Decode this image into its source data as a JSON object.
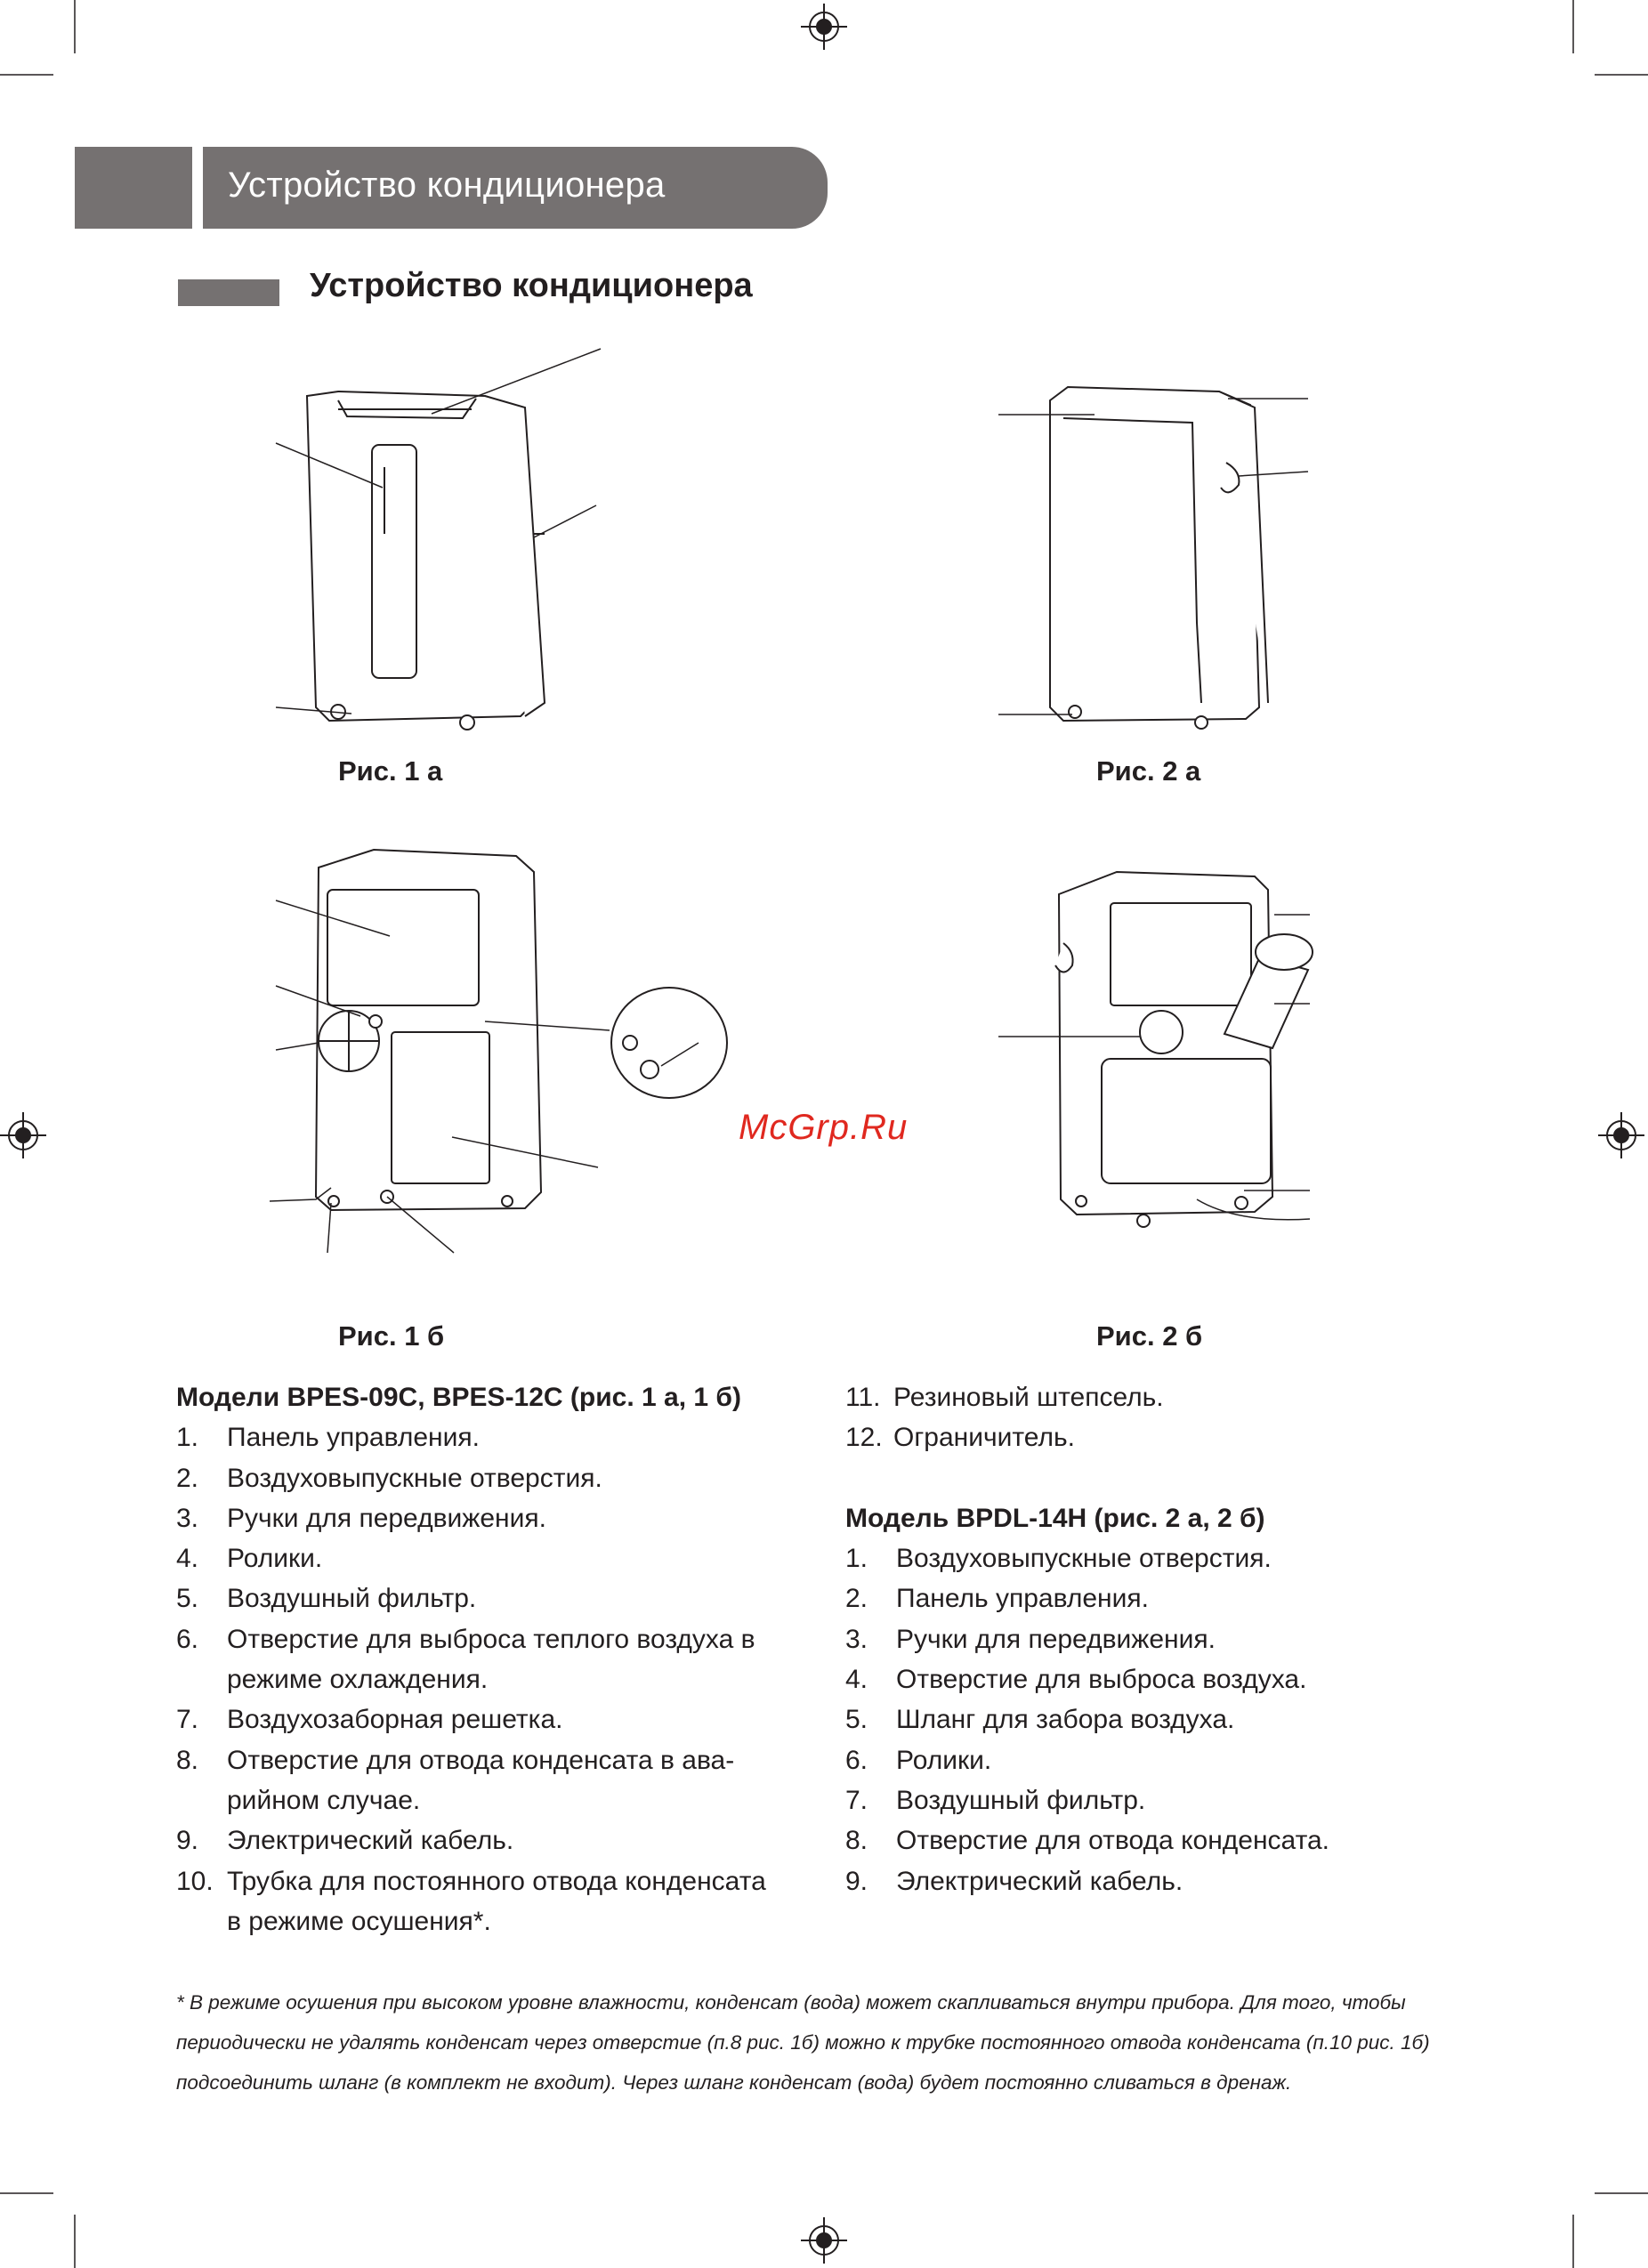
{
  "header": {
    "title": "Устройство кондиционера"
  },
  "section": {
    "title": "Устройство кондиционера"
  },
  "figures": {
    "fig1a": "Рис. 1 а",
    "fig2a": "Рис. 2 а",
    "fig1b": "Рис. 1 б",
    "fig2b": "Рис. 2 б"
  },
  "watermark": "McGrp.Ru",
  "models_left": {
    "heading": "Модели BPES-09C, BPES-12C (рис. 1 а, 1 б)",
    "items": [
      {
        "num": "1.",
        "lines": [
          "Панель управления."
        ]
      },
      {
        "num": "2.",
        "lines": [
          "Воздуховыпускные отверстия."
        ]
      },
      {
        "num": "3.",
        "lines": [
          "Ручки для передвижения."
        ]
      },
      {
        "num": "4.",
        "lines": [
          "Ролики."
        ]
      },
      {
        "num": "5.",
        "lines": [
          "Воздушный фильтр."
        ]
      },
      {
        "num": "6.",
        "lines": [
          "Отверстие для выброса теплого воздуха в",
          "режиме охлаждения."
        ]
      },
      {
        "num": "7.",
        "lines": [
          "Воздухозаборная решетка."
        ]
      },
      {
        "num": "8.",
        "lines": [
          "Отверстие для отвода конденсата в ава-",
          "рийном случае."
        ]
      },
      {
        "num": "9.",
        "lines": [
          "Электрический кабель."
        ]
      },
      {
        "num": "10.",
        "lines": [
          "Трубка для постоянного отвода конденсата",
          "в режиме осушения*."
        ]
      }
    ]
  },
  "models_left_cont": {
    "items": [
      {
        "num": "11.",
        "text": "Резиновый штепсель."
      },
      {
        "num": "12.",
        "text": "Ограничитель."
      }
    ]
  },
  "models_right": {
    "heading": "Модель BPDL-14H (рис. 2 а, 2 б)",
    "items": [
      {
        "num": "1.",
        "text": "Воздуховыпускные отверстия."
      },
      {
        "num": "2.",
        "text": "Панель управления."
      },
      {
        "num": "3.",
        "text": "Ручки для передвижения."
      },
      {
        "num": "4.",
        "text": "Отверстие для выброса воздуха."
      },
      {
        "num": "5.",
        "text": "Шланг для забора воздуха."
      },
      {
        "num": "6.",
        "text": "Ролики."
      },
      {
        "num": "7.",
        "text": "Воздушный фильтр."
      },
      {
        "num": "8.",
        "text": "Отверстие для отвода конденсата."
      },
      {
        "num": "9.",
        "text": "Электрический кабель."
      }
    ]
  },
  "footnote": [
    "* В режиме осушения при высоком уровне влажности,  конденсат (вода) может скапливаться  внутри прибора. Для того, чтобы",
    "периодически не удалять  конденсат через отверстие (п.8 рис. 1б) можно к трубке постоянного отвода конденсата (п.10 рис. 1б)",
    "подсоединить  шланг (в комплект не входит). Через шланг конденсат (вода) будет постоянно сливаться в дренаж."
  ],
  "colors": {
    "header_gray": "#757171",
    "watermark_red": "#e0281f",
    "text": "#231f20"
  }
}
